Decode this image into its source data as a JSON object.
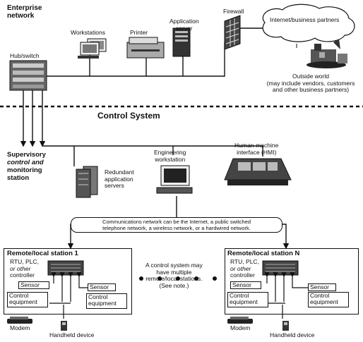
{
  "enterprise": {
    "title_line1": "Enterprise",
    "title_line2": "network",
    "hub_label": "Hub/switch",
    "workstations_label": "Workstations",
    "printer_label": "Printer",
    "app_server_line1": "Application",
    "app_server_line2": "server",
    "firewall_label": "Firewall",
    "internet_label": "Internet/business partners",
    "outside_line1": "Outside world",
    "outside_line2": "(may include vendors, customers",
    "outside_line3": "and other business partners)"
  },
  "control": {
    "title": "Control System",
    "supervisory_line1": "Supervisory",
    "supervisory_line2": "control and",
    "supervisory_line3": "monitoring",
    "supervisory_line4": "station",
    "redundant_line1": "Redundant",
    "redundant_line2": "application",
    "redundant_line3": "servers",
    "engineering_line1": "Engineering",
    "engineering_line2": "workstation",
    "hmi_line1": "Human-machine",
    "hmi_line2": "interface (HMI)",
    "comm_line1": "Communications network can be the Internet, a public switched",
    "comm_line2": "telephone network, a wireless network, or a hardwired network."
  },
  "station1": {
    "title": "Remote/local station 1",
    "controller_line1": "RTU, PLC,",
    "controller_line2": "or other",
    "controller_line3": "controller",
    "sensor_left": "Sensor",
    "sensor_right": "Sensor",
    "equip_left_line1": "Control",
    "equip_left_line2": "equipment",
    "equip_right_line1": "Control",
    "equip_right_line2": "equipment",
    "modem": "Modem",
    "handheld": "Handheld device"
  },
  "stationN": {
    "title": "Remote/local station N",
    "controller_line1": "RTU, PLC,",
    "controller_line2": "or other",
    "controller_line3": "controller",
    "sensor_left": "Sensor",
    "sensor_right": "Sensor",
    "equip_left_line1": "Control",
    "equip_left_line2": "equipment",
    "equip_right_line1": "Control",
    "equip_right_line2": "equipment",
    "modem": "Modem",
    "handheld": "Handheld device"
  },
  "note": {
    "line1": "A control system may",
    "line2": "have multiple",
    "line3": "remote/local stations.",
    "line4": "(See note.)"
  }
}
